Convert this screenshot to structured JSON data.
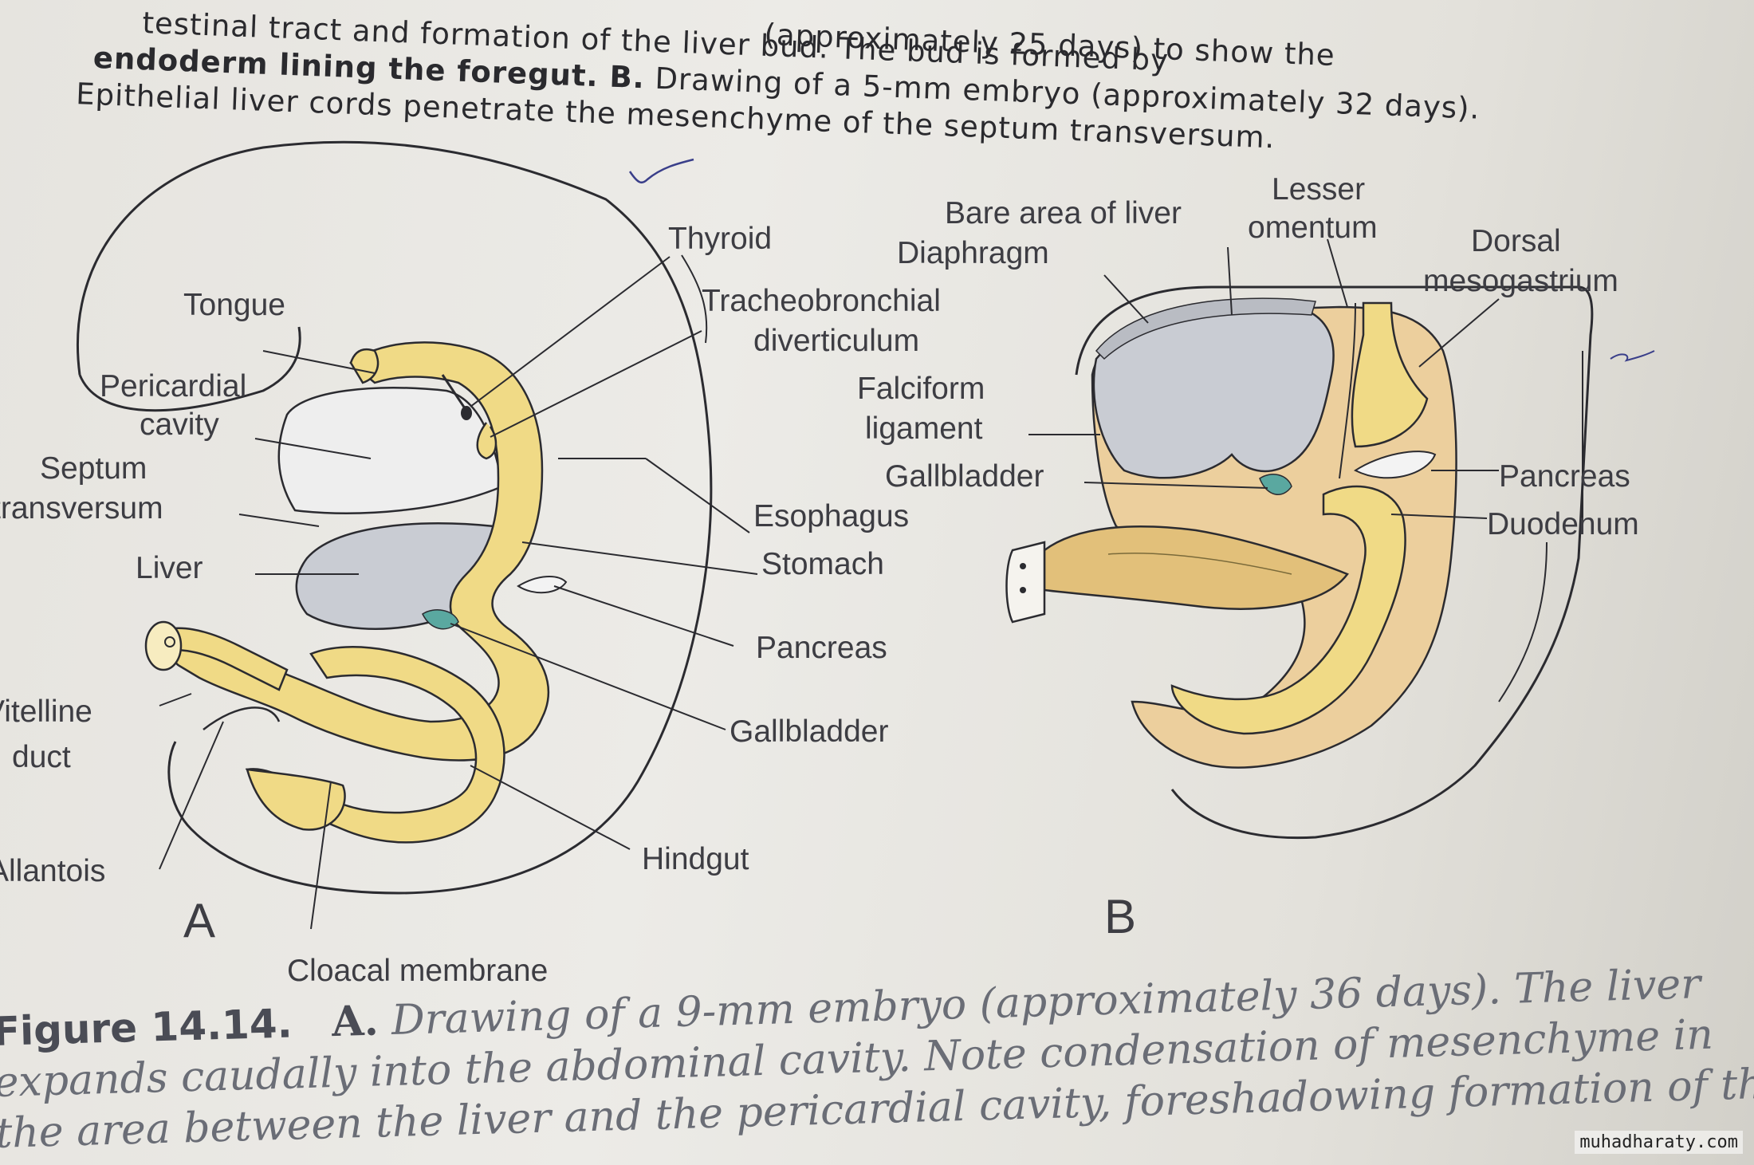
{
  "top_caption": {
    "line1_pre": "",
    "line1": "testinal tract and formation of the liver bud. The bud is formed by",
    "line0": "(approximately 25 days) to show the",
    "line2_bold": "endoderm lining the foregut. ",
    "line2_label": "B.",
    "line2_rest": " Drawing of a 5-mm embryo (approximately 32 days).",
    "line3": "Epithelial liver cords penetrate the mesenchyme of the septum transversum."
  },
  "figure_a": {
    "letter": "A",
    "labels": {
      "thyroid": "Thyroid",
      "tongue": "Tongue",
      "tracheobronchial_1": "Tracheobronchial",
      "tracheobronchial_2": "diverticulum",
      "pericardial_1": "Pericardial",
      "pericardial_2": "cavity",
      "septum_1": "Septum",
      "septum_2": "transversum",
      "esophagus": "Esophagus",
      "liver": "Liver",
      "stomach": "Stomach",
      "pancreas": "Pancreas",
      "vitelline_1": "Vitelline",
      "vitelline_2": "duct",
      "gallbladder": "Gallbladder",
      "allantois": "Allantois",
      "hindgut": "Hindgut",
      "cloacal_membrane": "Cloacal membrane"
    }
  },
  "figure_b": {
    "letter": "B",
    "labels": {
      "lesser_1": "Lesser",
      "lesser_2": "omentum",
      "bare_area": "Bare area of liver",
      "dorsal_1": "Dorsal",
      "dorsal_2": "mesogastrium",
      "diaphragm": "Diaphragm",
      "falciform_1": "Falciform",
      "falciform_2": "ligament",
      "gallbladder": "Gallbladder",
      "pancreas": "Pancreas",
      "duodenum": "Duodenum"
    }
  },
  "bottom_caption": {
    "figure_label": "Figure 14.14.",
    "label_a": "A.",
    "line1_rest": " Drawing of a 9-mm embryo (approximately 36 days). The liver",
    "line2": "expands caudally into the abdominal cavity. Note condensation of mesenchyme in",
    "line3": "the area between the liver and the pericardial cavity, foreshadowing formation of the"
  },
  "watermark": "muhadharaty.com",
  "colors": {
    "yellow_gut": "#f0da86",
    "tan_mesentery": "#eccf9d",
    "liver_gray": "#c9ccd3",
    "line": "#2b2b30"
  }
}
